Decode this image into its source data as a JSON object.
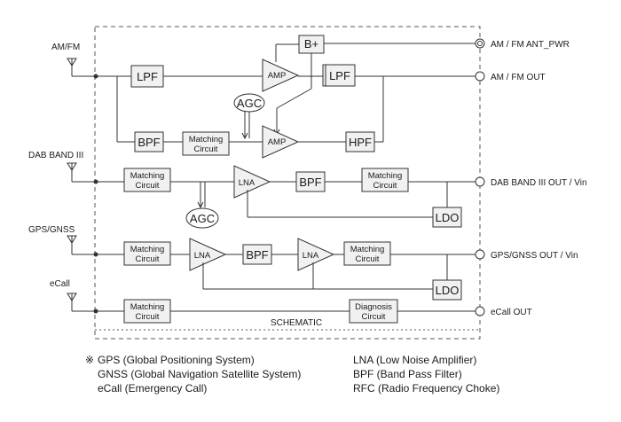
{
  "inputs": {
    "amfm": "AM/FM",
    "dab": "DAB BAND III",
    "gps": "GPS/GNSS",
    "ecall": "eCall"
  },
  "outputs": {
    "ant_pwr": "AM / FM ANT_PWR",
    "amfm_out": "AM / FM OUT",
    "dab_out": "DAB BAND III OUT / Vin",
    "gps_out": "GPS/GNSS OUT / Vin",
    "ecall_out": "eCall OUT"
  },
  "blocks": {
    "lpf": "LPF",
    "bpf": "BPF",
    "hpf": "HPF",
    "amp": "AMP",
    "lna": "LNA",
    "agc": "AGC",
    "bplus": "B+",
    "ldo": "LDO",
    "matching_l1": "Matching",
    "matching_l2": "Circuit",
    "diagnosis_l1": "Diagnosis",
    "diagnosis_l2": "Circuit"
  },
  "schematic_label": "SCHEMATIC",
  "legend": {
    "mark": "※",
    "left": [
      "GPS (Global Positioning System)",
      "GNSS (Global Navigation Satellite System)",
      "eCall (Emergency Call)"
    ],
    "right": [
      "LNA (Low Noise Amplifier)",
      "BPF (Band Pass Filter)",
      "RFC (Radio Frequency Choke)"
    ]
  }
}
